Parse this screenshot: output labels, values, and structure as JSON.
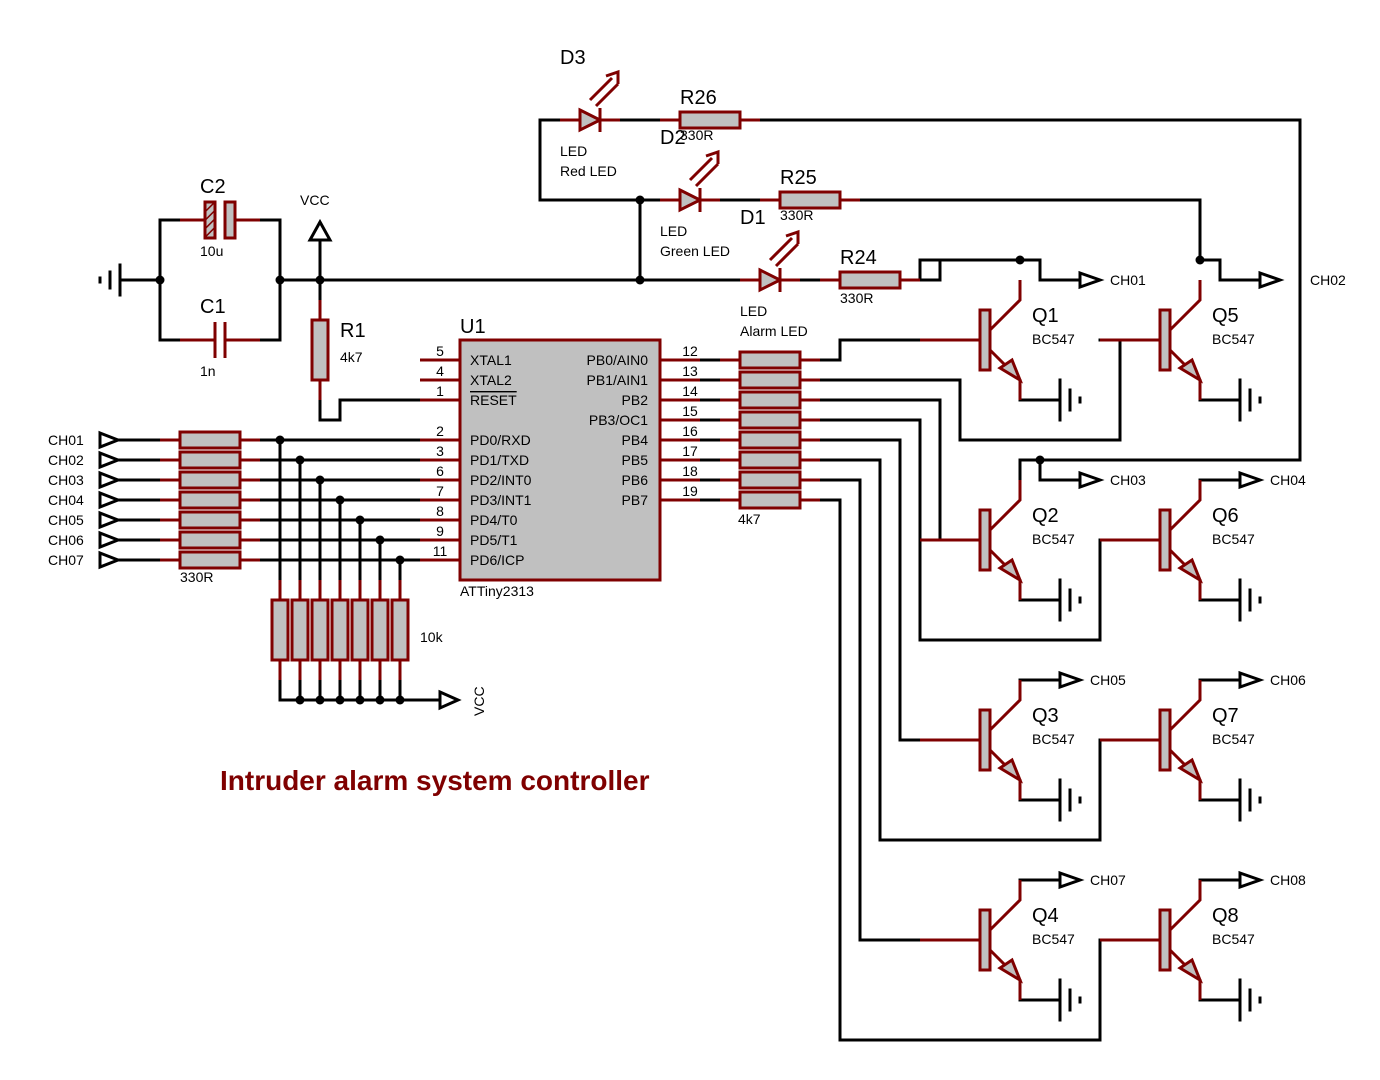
{
  "title": "Intruder alarm system controller",
  "colors": {
    "wire": "#000000",
    "component": "#7f0000",
    "fill": "#c0c0c0",
    "title": "#7f0000"
  },
  "mcu": {
    "ref": "U1",
    "part": "ATTiny2313",
    "left_pins": [
      {
        "num": "5",
        "name": "XTAL1"
      },
      {
        "num": "4",
        "name": "XTAL2"
      },
      {
        "num": "1",
        "name": "RESET"
      },
      {
        "num": "2",
        "name": "PD0/RXD"
      },
      {
        "num": "3",
        "name": "PD1/TXD"
      },
      {
        "num": "6",
        "name": "PD2/INT0"
      },
      {
        "num": "7",
        "name": "PD3/INT1"
      },
      {
        "num": "8",
        "name": "PD4/T0"
      },
      {
        "num": "9",
        "name": "PD5/T1"
      },
      {
        "num": "11",
        "name": "PD6/ICP"
      }
    ],
    "right_pins": [
      {
        "num": "12",
        "name": "PB0/AIN0"
      },
      {
        "num": "13",
        "name": "PB1/AIN1"
      },
      {
        "num": "14",
        "name": "PB2"
      },
      {
        "num": "15",
        "name": "PB3/OC1"
      },
      {
        "num": "16",
        "name": "PB4"
      },
      {
        "num": "17",
        "name": "PB5"
      },
      {
        "num": "18",
        "name": "PB6"
      },
      {
        "num": "19",
        "name": "PB7"
      }
    ]
  },
  "power": {
    "vcc_label": "VCC",
    "c1": {
      "ref": "C1",
      "value": "1n"
    },
    "c2": {
      "ref": "C2",
      "value": "10u"
    },
    "r1": {
      "ref": "R1",
      "value": "4k7"
    }
  },
  "leds": [
    {
      "ref": "D3",
      "type": "LED",
      "desc": "Red LED",
      "resistor": {
        "ref": "R26",
        "value": "330R"
      }
    },
    {
      "ref": "D2",
      "type": "LED",
      "desc": "Green LED",
      "resistor": {
        "ref": "R25",
        "value": "330R"
      }
    },
    {
      "ref": "D1",
      "type": "LED",
      "desc": "Alarm LED",
      "resistor": {
        "ref": "R24",
        "value": "330R"
      }
    }
  ],
  "inputs": {
    "channels": [
      "CH01",
      "CH02",
      "CH03",
      "CH04",
      "CH05",
      "CH06",
      "CH07"
    ],
    "series_value": "330R",
    "pullup_value": "10k",
    "pullup_supply": "VCC"
  },
  "output_resistor_value": "4k7",
  "transistors": [
    {
      "ref": "Q1",
      "part": "BC547",
      "output": "CH01"
    },
    {
      "ref": "Q5",
      "part": "BC547",
      "output": "CH02"
    },
    {
      "ref": "Q2",
      "part": "BC547",
      "output": "CH03"
    },
    {
      "ref": "Q6",
      "part": "BC547",
      "output": "CH04"
    },
    {
      "ref": "Q3",
      "part": "BC547",
      "output": "CH05"
    },
    {
      "ref": "Q7",
      "part": "BC547",
      "output": "CH06"
    },
    {
      "ref": "Q4",
      "part": "BC547",
      "output": "CH07"
    },
    {
      "ref": "Q8",
      "part": "BC547",
      "output": "CH08"
    }
  ]
}
